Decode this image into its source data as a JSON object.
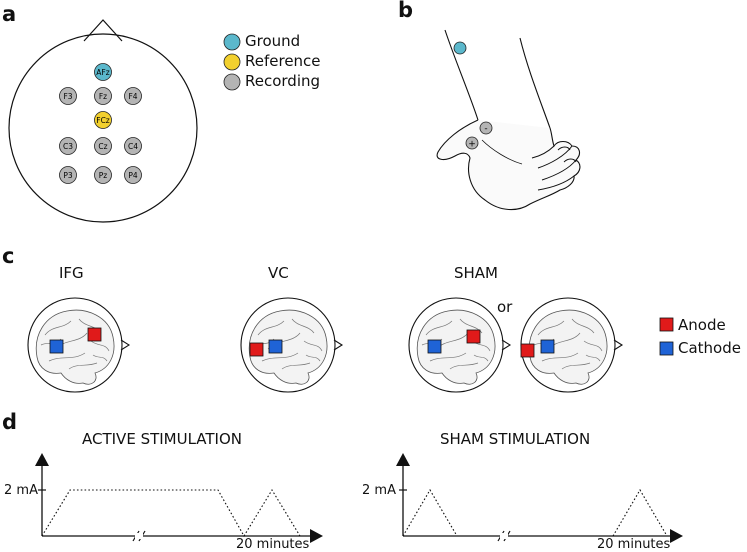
{
  "panels": {
    "a": "a",
    "b": "b",
    "c": "c",
    "d": "d"
  },
  "legend_a": {
    "ground": "Ground",
    "reference": "Reference",
    "recording": "Recording"
  },
  "electrodes": {
    "afz": "AFz",
    "f3": "F3",
    "fz": "Fz",
    "f4": "F4",
    "fcz": "FCz",
    "c3": "C3",
    "cz": "Cz",
    "c4": "C4",
    "p3": "P3",
    "pz": "Pz",
    "p4": "P4"
  },
  "hand": {
    "minus": "-",
    "plus": "+"
  },
  "montages": {
    "ifg": "IFG",
    "vc": "VC",
    "sham": "SHAM",
    "or": "or"
  },
  "legend_c": {
    "anode": "Anode",
    "cathode": "Cathode"
  },
  "stim": {
    "active_title": "ACTIVE STIMULATION",
    "sham_title": "SHAM STIMULATION",
    "ytick": "2 mA",
    "xtick": "20 minutes"
  },
  "colors": {
    "ground": "#5bb8cc",
    "reference": "#f2d02e",
    "recording": "#b4b4b4",
    "anode": "#e01a1a",
    "cathode": "#1f63d6"
  }
}
